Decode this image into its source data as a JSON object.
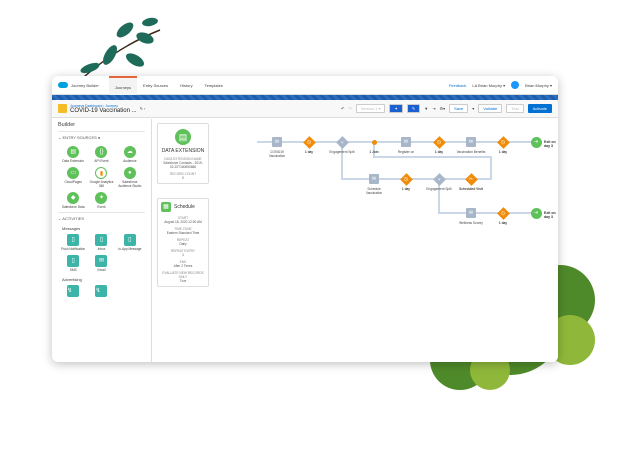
{
  "header": {
    "app": "Journey Builder",
    "tabs": [
      "Journeys",
      "Entry Sources",
      "History",
      "Templates"
    ],
    "feedback": "Feedback",
    "org": "LA Brian Murphy ▾",
    "user": "Brian Murphy ▾"
  },
  "toolbar": {
    "breadcrumb": "Journeys Dashboard › Journey",
    "title": "COVID-19 Vaccination ...",
    "version": "Version 1 ▾",
    "save": "Save",
    "validate": "Validate",
    "test": "Test",
    "activate": "Activate"
  },
  "sidebar": {
    "title": "Builder",
    "entry_sources": "ENTRY SOURCES",
    "entries": [
      "Data Extension",
      "API Event",
      "Audience",
      "CloudPages",
      "Google Analytics 360",
      "Salesforce Audience Studio",
      "Salesforce Data",
      "Event"
    ],
    "activities": "ACTIVITIES",
    "messages": "Messages",
    "message_items": [
      "Push Notification",
      "Inbox",
      "In-App Message",
      "SMS",
      "Email"
    ],
    "advertising": "Advertising"
  },
  "data_extension": {
    "title": "DATA EXTENSION",
    "name_label": "DATA EXTENSION NAME",
    "name": "Salesforce Contacts - 2019-02-22T160650686",
    "count_label": "RECORD COUNT",
    "count": "0"
  },
  "schedule": {
    "title": "Schedule",
    "start_label": "START",
    "start": "August 18, 2020 12:00 AM",
    "tz_label": "TIME ZONE",
    "tz": "Eastern Standard Time",
    "repeat_label": "REPEAT",
    "repeat": "Daily",
    "every_label": "REPEAT EVERY",
    "every": "1",
    "end_label": "END",
    "end": "After 2 Times",
    "eval_label": "EVALUATE NEW RECORDS ONLY",
    "eval": "True"
  },
  "flow": [
    {
      "type": "email",
      "label": "COVID19 Vaccination"
    },
    {
      "type": "timer",
      "label": "1 day"
    },
    {
      "type": "split",
      "label": "Engagement Split"
    },
    {
      "type": "dot",
      "label": "1 Join"
    },
    {
      "type": "email",
      "label": "Register on"
    },
    {
      "type": "timer",
      "label": "1 day"
    },
    {
      "type": "email",
      "label": "Vaccination Benefits"
    },
    {
      "type": "timer",
      "label": "1 day"
    },
    {
      "type": "exit",
      "label": "Exit on day 3"
    },
    {
      "type": "email",
      "label": "Schedule Vaccination"
    },
    {
      "type": "timer",
      "label": "1 day"
    },
    {
      "type": "split",
      "label": "Engagement Split"
    },
    {
      "type": "scissors",
      "label": "Scheduled Visit"
    },
    {
      "type": "email",
      "label": "Wellness Survey"
    },
    {
      "type": "timer",
      "label": "1 day"
    },
    {
      "type": "exit",
      "label": "Exit on day 3"
    }
  ]
}
